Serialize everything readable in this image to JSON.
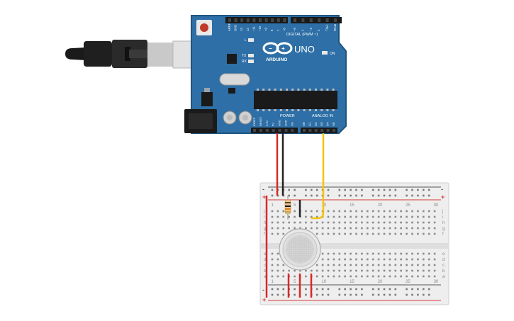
{
  "board": {
    "label_digital": "DIGITAL (PWM ~)",
    "label_logo": "ARDUINO",
    "label_model": "UNO",
    "label_power": "POWER",
    "label_analog": "ANALOG IN",
    "label_on": "ON",
    "label_l": "L",
    "label_tx": "TX",
    "label_rx": "RX",
    "top_pins": [
      "AREF",
      "GND",
      "13",
      "12",
      "~11",
      "~10",
      "~9",
      "8",
      "7",
      "~6",
      "~5",
      "4",
      "~3",
      "2",
      "TX▸1",
      "RX◂0"
    ],
    "power_pins": [
      "IOREF",
      "RESET",
      "3.3V",
      "5V",
      "GND",
      "GND",
      "Vin"
    ],
    "analog_pins": [
      "A0",
      "A1",
      "A2",
      "A3",
      "A4",
      "A5"
    ]
  },
  "breadboard": {
    "row_letters_top": [
      "j",
      "i",
      "h",
      "g",
      "f"
    ],
    "row_letters_bottom": [
      "e",
      "d",
      "c",
      "b",
      "a"
    ],
    "plus": "+",
    "minus": "-",
    "column_numbers": [
      "1",
      "5",
      "10",
      "15",
      "20",
      "25",
      "30"
    ]
  },
  "colors": {
    "board_blue": "#2d6fa6",
    "wire_red": "#d42a2a",
    "wire_black": "#222222",
    "wire_yellow": "#f3c400",
    "breadboard": "#eeeeee"
  }
}
